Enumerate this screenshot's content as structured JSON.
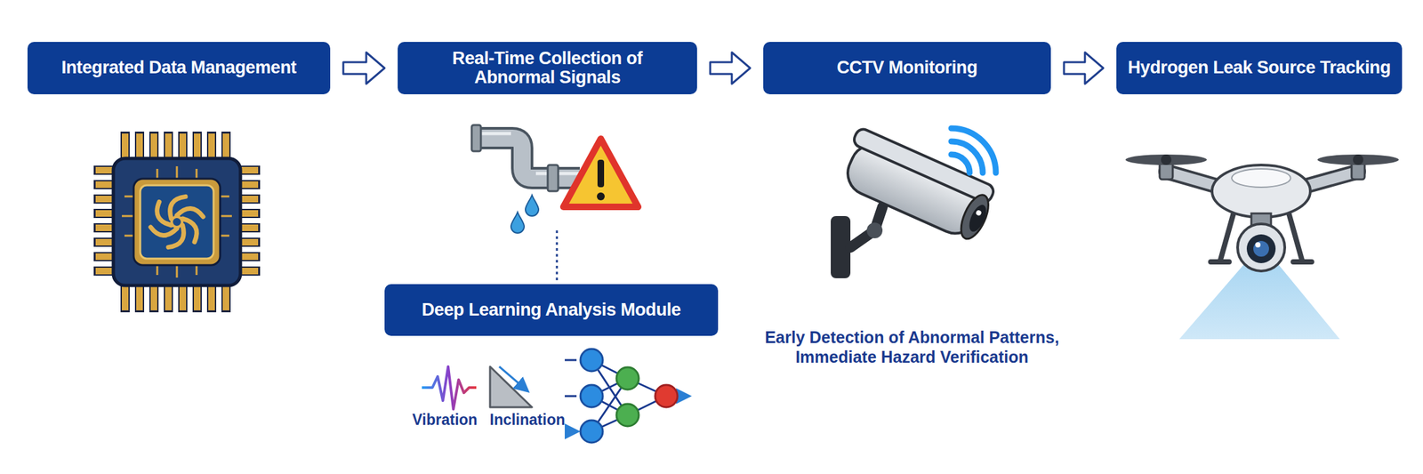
{
  "diagram": {
    "nodes": [
      {
        "text": [
          "Integrated Data Management"
        ]
      },
      {
        "text": [
          "Real-Time Collection of Abnormal Signals"
        ]
      },
      {
        "text": [
          "CCTV Monitoring"
        ]
      },
      {
        "text": [
          "Hydrogen Leak Source Tracking"
        ]
      },
      {
        "text": [
          "Deep Learning Analysis Module"
        ]
      }
    ],
    "edges": [
      {
        "from": 0,
        "to": 1,
        "arrow": "to"
      },
      {
        "from": 1,
        "to": 2,
        "arrow": "to"
      },
      {
        "from": 2,
        "to": 3,
        "arrow": "to"
      }
    ],
    "labels": [
      "Vibration",
      "Inclination",
      "Early Detection of Abnormal Patterns, Immediate Hazard Verification"
    ]
  }
}
